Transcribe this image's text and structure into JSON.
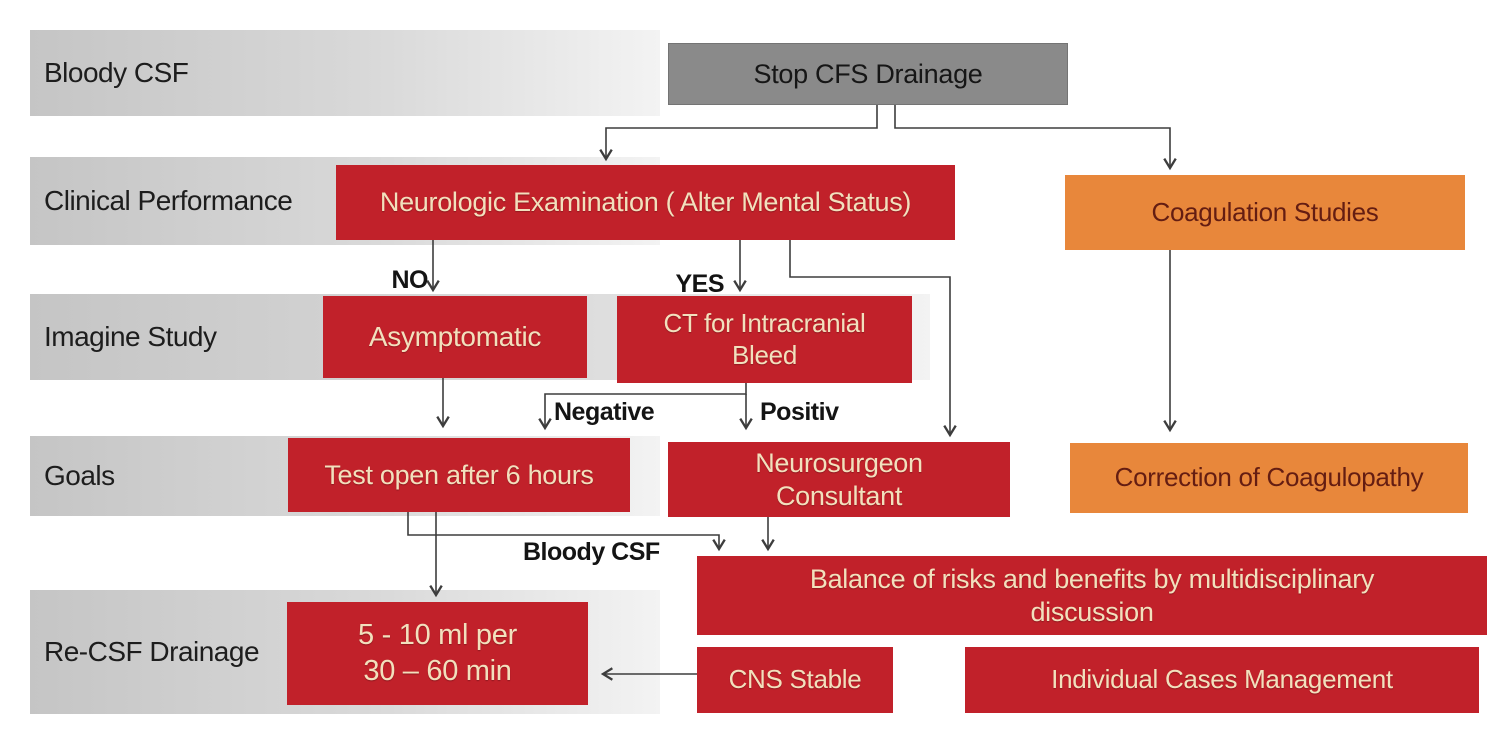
{
  "row_labels": [
    "Bloody CSF",
    "Clinical Performance",
    "Imagine Study",
    "Goals",
    "Re-CSF Drainage"
  ],
  "nodes": {
    "stop": "Stop CFS Drainage",
    "neuro_exam": "Neurologic Examination ( Alter Mental Status)",
    "coagulation": "Coagulation Studies",
    "asymptomatic": "Asymptomatic",
    "ct_bleed": "CT for Intracranial Bleed",
    "test_open": "Test open after 6 hours",
    "neurosurgeon": "Neurosurgeon Consultant",
    "correction": "Correction of Coagulopathy",
    "balance": "Balance of risks and benefits by multidisciplinary discussion",
    "five_ten": {
      "line1": "5 - 10 ml per",
      "line2": "30 – 60 min"
    },
    "cns": "CNS Stable",
    "individual": "Individual Cases Management"
  },
  "edge_labels": {
    "no": "NO",
    "yes": "YES",
    "negative": "Negative",
    "positive": "Positiv",
    "bloody_csf": "Bloody CSF"
  },
  "edges": [
    {
      "from": "stop",
      "to": "neuro_exam",
      "label": ""
    },
    {
      "from": "stop",
      "to": "coagulation",
      "label": ""
    },
    {
      "from": "neuro_exam",
      "to": "asymptomatic",
      "label": "NO"
    },
    {
      "from": "neuro_exam",
      "to": "ct_bleed",
      "label": "YES"
    },
    {
      "from": "neuro_exam",
      "to": "neurosurgeon",
      "label": ""
    },
    {
      "from": "ct_bleed",
      "to": "test_open",
      "label": "Negative"
    },
    {
      "from": "ct_bleed",
      "to": "neurosurgeon",
      "label": "Positiv"
    },
    {
      "from": "asymptomatic",
      "to": "test_open",
      "label": ""
    },
    {
      "from": "test_open",
      "to": "five_ten",
      "label": ""
    },
    {
      "from": "test_open",
      "to": "balance",
      "label": "Bloody CSF"
    },
    {
      "from": "neurosurgeon",
      "to": "balance",
      "label": ""
    },
    {
      "from": "coagulation",
      "to": "correction",
      "label": ""
    },
    {
      "from": "cns",
      "to": "five_ten",
      "label": ""
    }
  ],
  "colors": {
    "red_box": "#c1212a",
    "orange_box": "#e8873b",
    "gray_box": "#8a8a8a",
    "band_start": "#c5c5c5",
    "cream_text": "#f2e0bd",
    "orange_text": "#641d12",
    "connector": "#3d3d3d"
  }
}
